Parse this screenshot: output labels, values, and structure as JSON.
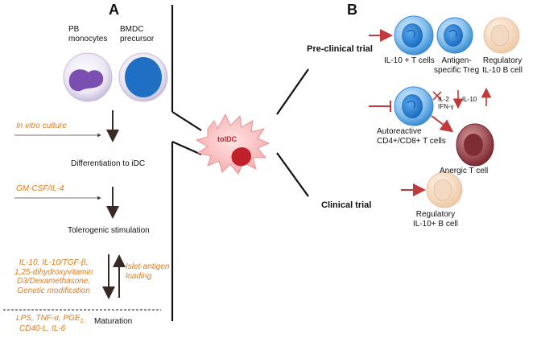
{
  "panel_a": {
    "letter": "A",
    "pb_label": "PB\nmonocytes",
    "bmdc_label": "BMDC\nprecursor",
    "in_vitro": "In vitro culture",
    "differentiation": "Differentiation to iDC",
    "gmcsf": "GM-CSF/IL-4",
    "tolerogenic": "Tolerogenic stimulation",
    "agents": "IL-10, IL-10/TGF-β,\n1,25-dihydroxyvitamin\nD3/Dexamethasone,\nGenetic modification",
    "islet": "Islet-antigen\nloading",
    "maturation_agents_1": "LPS, TNF-α, PGE",
    "maturation_agents_sub": "2,",
    "maturation_agents_2": "CD40-L, IL-6",
    "maturation": "Maturation"
  },
  "center": {
    "toldc": "tolDC"
  },
  "panel_b": {
    "letter": "B",
    "preclinical": "Pre-clinical trial",
    "clinical": "Clinical trial",
    "il10_tcells": "IL-10 + T cells",
    "antigen_treg": "Antigen-\nspecific Treg",
    "reg_b": "Regulatory\nIL-10 B cell",
    "il2_ifn": "IL-2\nIFN-γ",
    "il10": "IL-10",
    "autoreactive": "Autoreactive\nCD4+/CD8+ T cells",
    "anergic": "Anergic T cell",
    "reg_b_clinical": "Regulatory\nIL-10+ B cell"
  },
  "colors": {
    "accent_arrow": "#c0393b",
    "orange_text": "#e07b1a",
    "blue_cell": "#2a7fd4",
    "purple_cell": "#7a4fb0",
    "peach_cell": "#f2d3b6",
    "dark_red_cell": "#8a2f35"
  }
}
